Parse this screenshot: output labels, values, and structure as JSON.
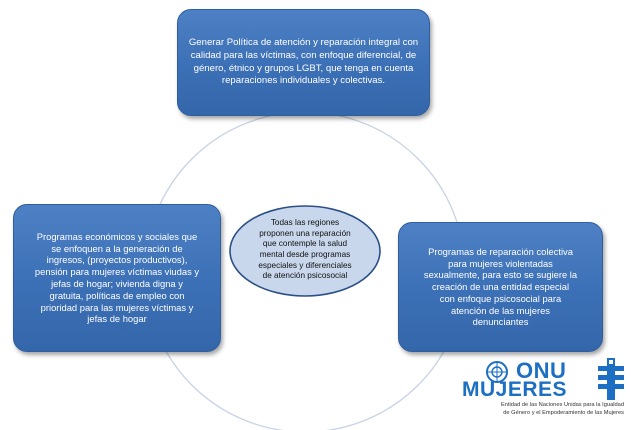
{
  "diagram": {
    "top_box": {
      "lines": [
        "Generar Política de atención y reparación integral con",
        "calidad para las víctimas,  con enfoque diferencial, de",
        "género, étnico y grupos LGBT, que tenga en cuenta",
        "reparaciones individuales y colectivas."
      ]
    },
    "left_box": {
      "lines": [
        "Programas económicos y sociales que",
        "se  enfoquen  a la  generación de",
        "ingresos, (proyectos productivos),",
        "pensión para mujeres víctimas viudas y",
        "jefas de hogar; vivienda digna y",
        "gratuita, políticas de empleo con",
        "prioridad para las mujeres víctimas y",
        "jefas de hogar"
      ]
    },
    "right_box": {
      "lines": [
        "Programas de reparación colectiva",
        "para mujeres violentadas",
        "sexualmente, para esto se sugiere la",
        "creación de una entidad especial",
        "con enfoque psicosocial para",
        "atención de las mujeres",
        "denunciantes"
      ]
    },
    "center_ellipse": {
      "lines": [
        "Todas las regiones",
        "proponen una reparación",
        "que contemple la salud",
        "mental desde programas",
        "especiales y diferenciales",
        "de atención psicosocial"
      ]
    }
  },
  "logo": {
    "line1": "ONU",
    "line2": "MUJERES",
    "subtitle_lines": [
      "Entidad de las Naciones Unidas para la Igualdad",
      "de Género y el Empoderamiento de las Mujeres"
    ]
  },
  "colors": {
    "box_fill": "#3c70b6",
    "box_border": "#2f5d9e",
    "ellipse_fill": "#c8d7ec",
    "ellipse_border": "#2b4f86",
    "cycle_circle": "#c7d3e6",
    "logo_blue": "#1d6fc3"
  }
}
